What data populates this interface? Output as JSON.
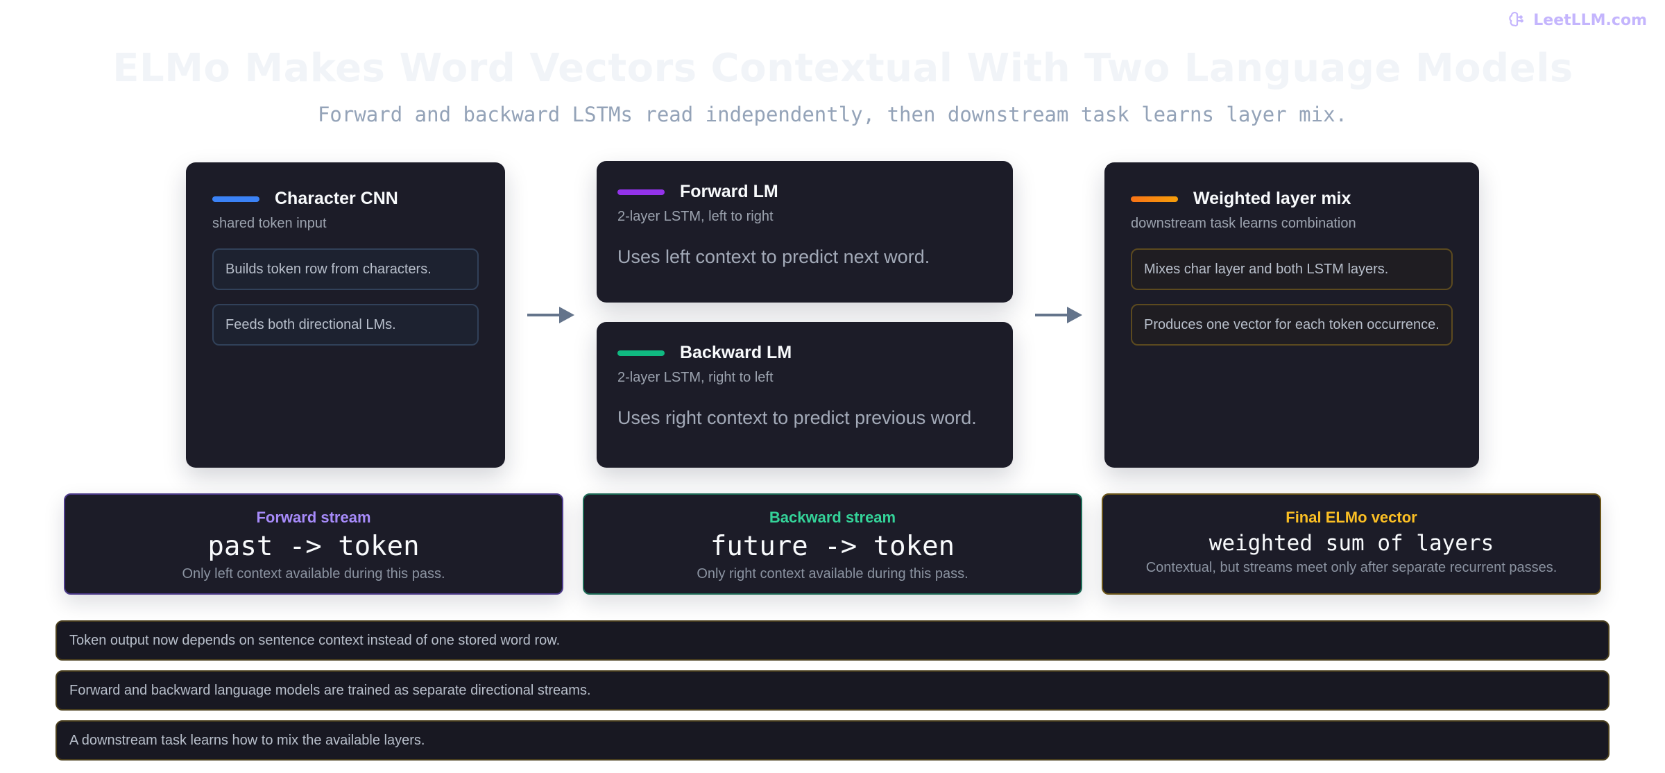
{
  "brand": {
    "name": "LeetLLM.com",
    "icon": "brain-icon",
    "color": "#c4b5fd"
  },
  "title": "ELMo Makes Word Vectors Contextual With Two Language Models",
  "subtitle": "Forward and backward LSTMs read independently, then downstream task learns layer mix.",
  "cards": {
    "character_cnn": {
      "title": "Character CNN",
      "subtitle": "shared token input",
      "accent": "#3b82f6",
      "items": [
        "Builds token row from characters.",
        "Feeds both directional LMs."
      ]
    },
    "forward_lm": {
      "title": "Forward LM",
      "subtitle": "2-layer LSTM, left to right",
      "body": "Uses left context to predict next word.",
      "accent": "#9333ea"
    },
    "backward_lm": {
      "title": "Backward LM",
      "subtitle": "2-layer LSTM, right to left",
      "body": "Uses right context to predict previous word.",
      "accent": "#10b981"
    },
    "weighted_mix": {
      "title": "Weighted layer mix",
      "subtitle": "downstream task learns combination",
      "accent_from": "#f97316",
      "accent_to": "#f59e0b",
      "items": [
        "Mixes char layer and both LSTM layers.",
        "Produces one vector for each token occurrence."
      ]
    }
  },
  "streams": [
    {
      "label": "Forward stream",
      "code": "past -> token",
      "note": "Only left context available during this pass.",
      "color": "#a78bfa",
      "border": "#4c3a8a"
    },
    {
      "label": "Backward stream",
      "code": "future -> token",
      "note": "Only right context available during this pass.",
      "color": "#34d399",
      "border": "#1d6b57"
    },
    {
      "label": "Final ELMo vector",
      "code": "weighted sum of layers",
      "note": "Contextual, but streams meet only after separate recurrent passes.",
      "color": "#fbbf24",
      "border": "#6b5519"
    }
  ],
  "notes": [
    "Token output now depends on sentence context instead of one stored word row.",
    "Forward and backward language models are trained as separate directional streams.",
    "A downstream task learns how to mix the available layers."
  ]
}
